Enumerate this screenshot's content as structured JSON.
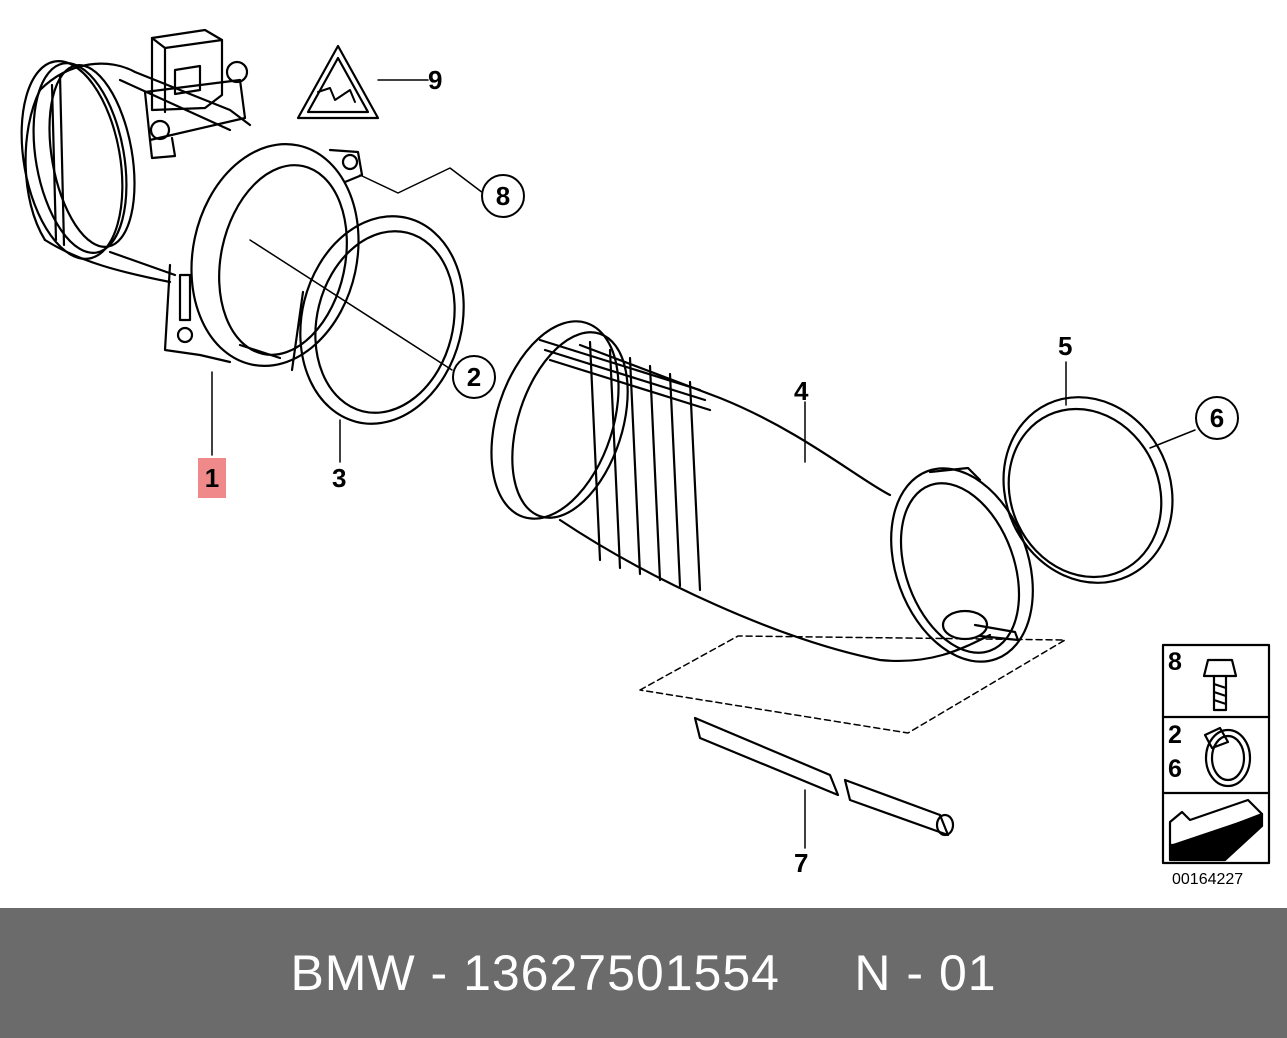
{
  "callouts": {
    "c1": "1",
    "c2": "2",
    "c3": "3",
    "c4": "4",
    "c5": "5",
    "c6": "6",
    "c7": "7",
    "c8": "8",
    "c9": "9"
  },
  "legend": {
    "screw": "8",
    "clamp_a": "2",
    "clamp_b": "6"
  },
  "catalog_number": "00164227",
  "footer": {
    "text": "BMW - 13627501554     N - 01"
  },
  "colors": {
    "highlight": "#f08a8a",
    "footer_bg": "#6b6b6b",
    "footer_text": "#ffffff"
  }
}
